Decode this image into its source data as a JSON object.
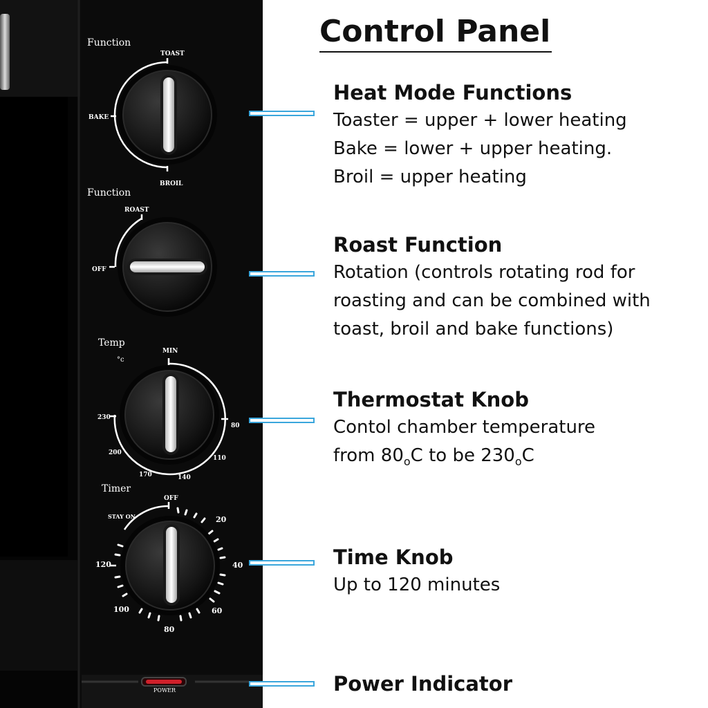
{
  "panel_labels": {
    "function_1": "Function",
    "toast": "TOAST",
    "bake": "BAKE",
    "broil": "BROIL",
    "function_2": "Function",
    "roast": "ROAST",
    "off_2": "OFF",
    "temp": "Temp",
    "celsius": "°c",
    "min": "MIN",
    "t230": "230",
    "t200": "200",
    "t170": "170",
    "t140": "140",
    "t110": "110",
    "t80": "80",
    "timer": "Timer",
    "off_timer": "OFF",
    "stay_on": "STAY ON",
    "m20": "20",
    "m40": "40",
    "m60": "60",
    "m80": "80",
    "m100": "100",
    "m120": "120",
    "power": "POWER"
  },
  "title": "Control Panel",
  "sections": [
    {
      "title": "Heat Mode Functions",
      "lines": [
        "Toaster = upper + lower heating",
        "Bake = lower + upper heating.",
        "Broil = upper heating"
      ]
    },
    {
      "title": "Roast Function",
      "lines": [
        "Rotation (controls rotating rod for",
        "roasting and can be combined with",
        "toast, broil and bake functions)"
      ]
    },
    {
      "title": "Thermostat Knob",
      "line1": "Contol chamber temperature",
      "line2_a": "from 80",
      "line2_o1": "o",
      "line2_b": "C to be 230",
      "line2_o2": "o",
      "line2_c": "C"
    },
    {
      "title": "Time Knob",
      "lines": [
        "Up to 120 minutes"
      ]
    },
    {
      "title": "Power Indicator"
    }
  ],
  "colors": {
    "pointer": "#3aa6dc",
    "power_light": "#d0202a",
    "knob_grip": "#e8e8e8"
  }
}
